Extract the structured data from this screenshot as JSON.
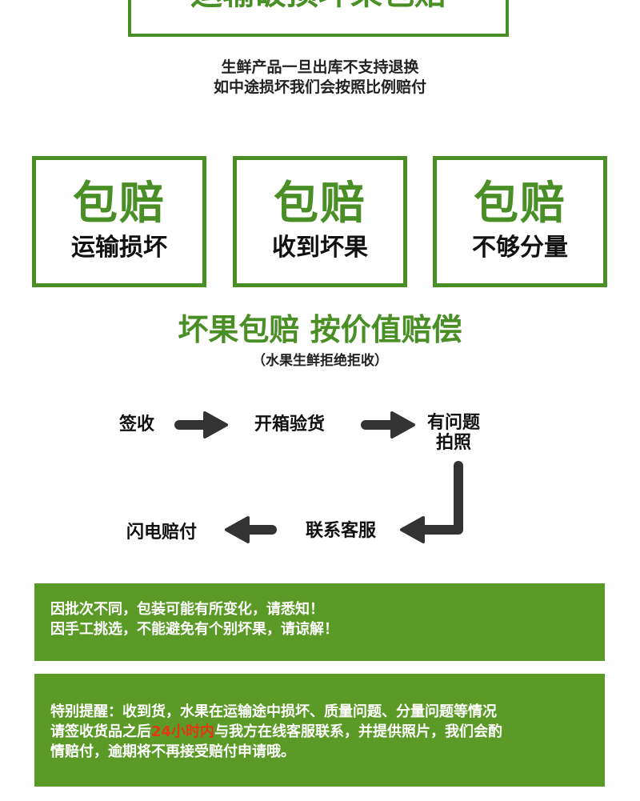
{
  "top_banner": {
    "text": "运输破损坏果包赔"
  },
  "notice": {
    "line1": "生鲜产品一旦出库不支持退换",
    "line2": "如中途损坏我们会按照比例赔付"
  },
  "cards": [
    {
      "title": "包赔",
      "subtitle": "运输损坏"
    },
    {
      "title": "包赔",
      "subtitle": "收到坏果"
    },
    {
      "title": "包赔",
      "subtitle": "不够分量"
    }
  ],
  "headline": "坏果包赔 按价值赔偿",
  "subline": "（水果生鲜拒绝拒收）",
  "flow": {
    "step1": "签收",
    "step2": "开箱验货",
    "step3_line1": "有问题",
    "step3_line2": "拍照",
    "step4": "联系客服",
    "step5": "闪电赔付"
  },
  "notes": {
    "line1": "因批次不同，包装可能有所变化，请悉知！",
    "line2": "因手工挑选，不能避免有个别坏果，请谅解！"
  },
  "reminder": {
    "line1": "特别提醒：收到货，水果在运输途中损坏、质量问题、分量问题等情况",
    "line2_before": "请签收货品之后",
    "line2_highlight": "24小时内",
    "line2_after": "与我方在线客服联系，并提供照片，我们会酌",
    "line3": "情赔付，逾期将不再接受赔付申请哦。"
  },
  "colors": {
    "brand_green": "#4a8f25",
    "banner_green": "#5b9a26",
    "highlight_red": "#e53512"
  }
}
